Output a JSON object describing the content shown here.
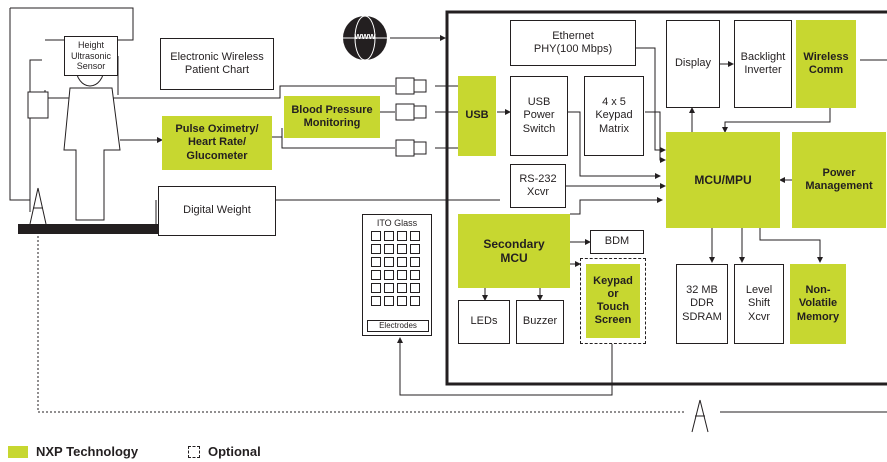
{
  "colors": {
    "nxp": "#c7d730",
    "line": "#231f20"
  },
  "blocks": {
    "height_sensor": "Height\nUltrasonic\nSensor",
    "wireless_chart": "Electronic Wireless\nPatient Chart",
    "blood_pressure": "Blood Pressure\nMonitoring",
    "pulse_ox": "Pulse Oximetry/\nHeart Rate/\nGlucometer",
    "digital_weight": "Digital Weight",
    "ito_glass": "ITO Glass",
    "electrodes": "Electrodes",
    "www": "www",
    "ethernet": "Ethernet\nPHY(100 Mbps)",
    "display": "Display",
    "backlight": "Backlight\nInverter",
    "wireless_comm": "Wireless\nComm",
    "usb": "USB",
    "usb_switch": "USB\nPower\nSwitch",
    "keypad_matrix": "4 x 5\nKeypad\nMatrix",
    "rs232": "RS-232\nXcvr",
    "mcu_mpu": "MCU/MPU",
    "power_mgmt": "Power\nManagement",
    "secondary_mcu": "Secondary\nMCU",
    "bdm": "BDM",
    "leds": "LEDs",
    "buzzer": "Buzzer",
    "keypad_touch": "Keypad\nor\nTouch\nScreen",
    "ddr": "32 MB\nDDR\nSDRAM",
    "level_shift": "Level\nShift\nXcvr",
    "nvm": "Non-\nVolatile\nMemory"
  },
  "legend": {
    "nxp": "NXP Technology",
    "optional": "Optional"
  }
}
